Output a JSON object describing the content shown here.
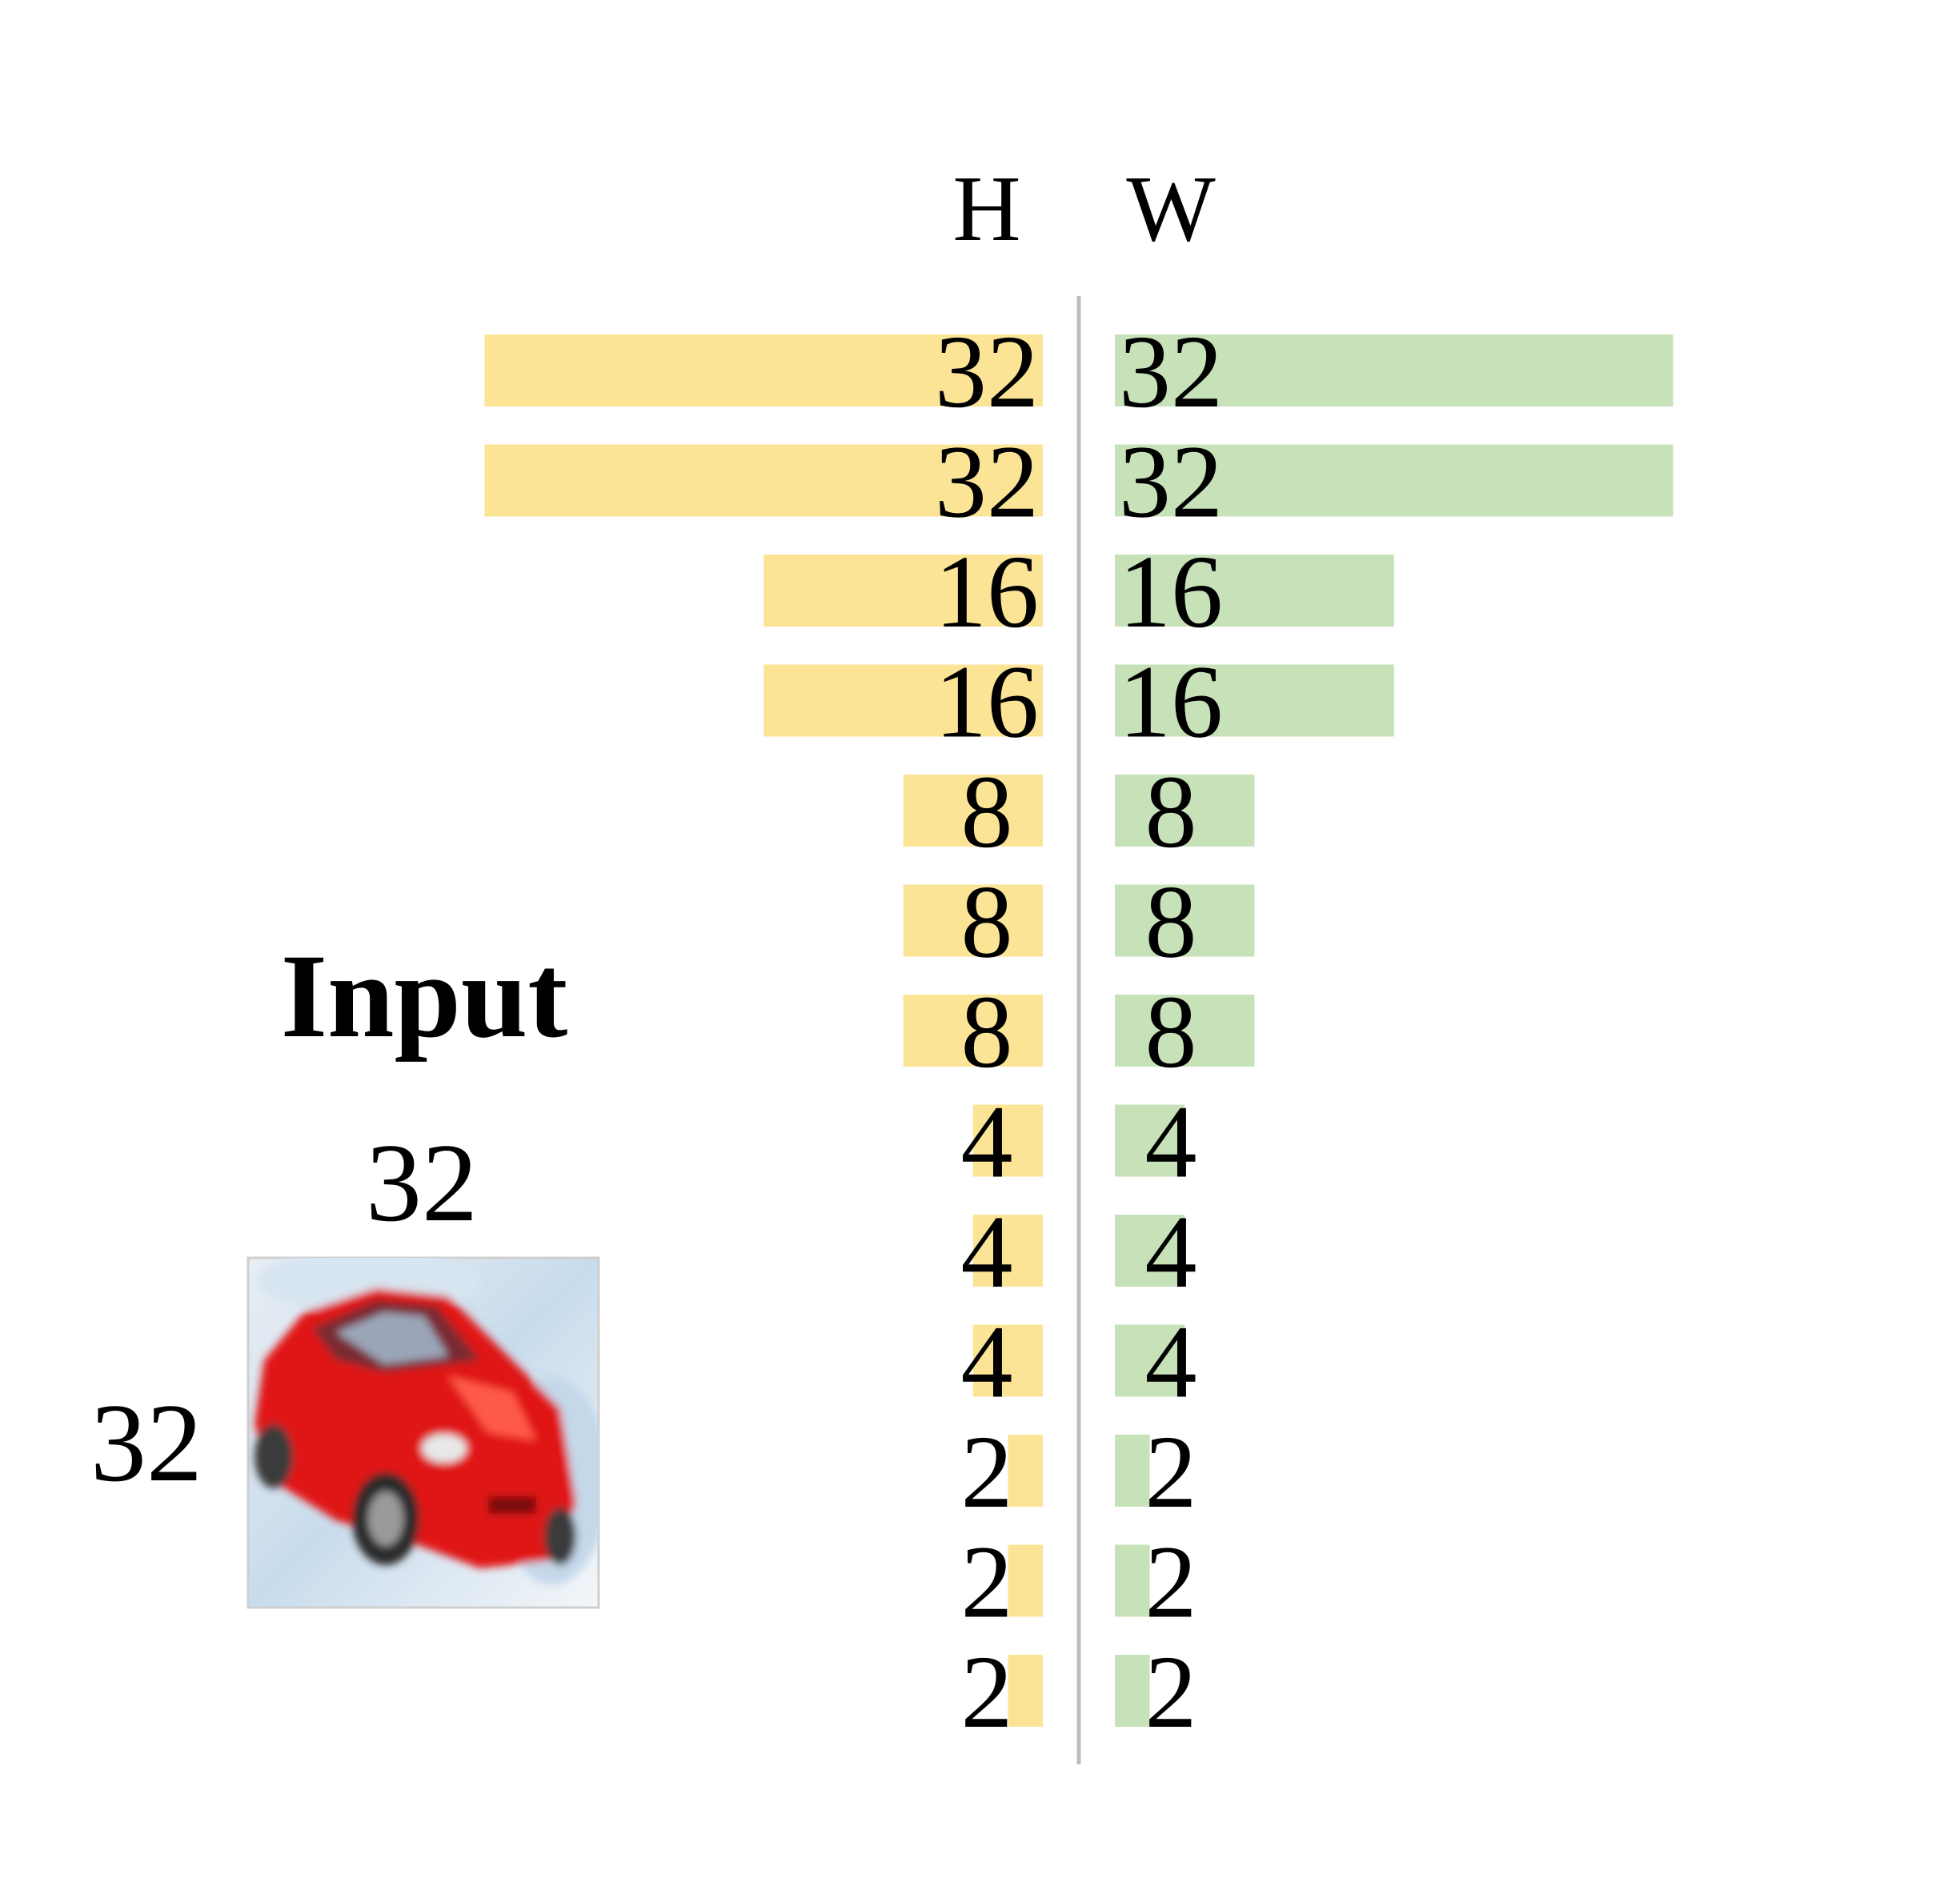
{
  "chart_data": {
    "type": "bar",
    "columns": [
      {
        "label": "H",
        "color": "#FCE497",
        "values": [
          32,
          32,
          16,
          16,
          8,
          8,
          8,
          4,
          4,
          4,
          2,
          2,
          2
        ]
      },
      {
        "label": "W",
        "color": "#C7E2B8",
        "values": [
          32,
          32,
          16,
          16,
          8,
          8,
          8,
          4,
          4,
          4,
          2,
          2,
          2
        ]
      }
    ],
    "orientation": "horizontal, mirrored around central divider",
    "divider_color": "#BDBDBD"
  },
  "input": {
    "title": "Input",
    "width_label": "32",
    "height_label": "32",
    "image_description_icon": "red-car-image"
  }
}
